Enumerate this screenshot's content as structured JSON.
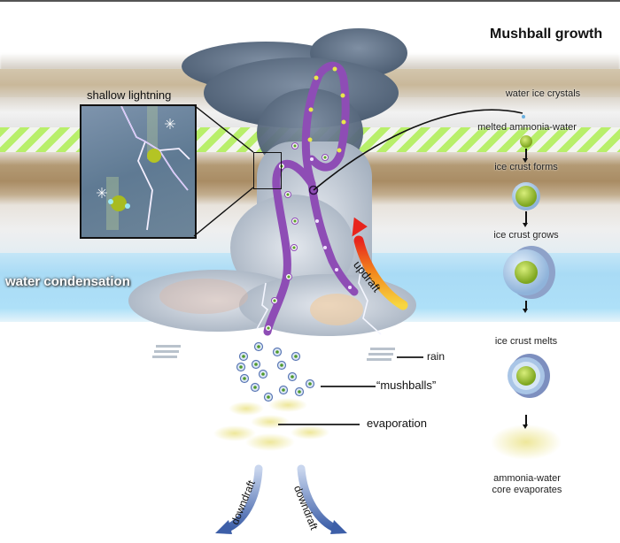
{
  "title": "Mushball growth",
  "layers": {
    "condensation_label": "water condensation"
  },
  "inset": {
    "label": "shallow lightning"
  },
  "growth_stages": [
    {
      "label": "water ice crystals"
    },
    {
      "label": "melted ammonia-water"
    },
    {
      "label": "ice crust forms"
    },
    {
      "label": "ice crust grows"
    },
    {
      "label": "ice crust melts"
    },
    {
      "label": "ammonia-water core evaporates",
      "line1": "ammonia-water",
      "line2": "core evaporates"
    }
  ],
  "callouts": {
    "rain": "rain",
    "mushballs": "“mushballs”",
    "evaporation": "evaporation"
  },
  "flows": {
    "updraft": "updraft",
    "downdraft_left": "downdraft",
    "downdraft_right": "downdraft"
  },
  "colors": {
    "stripe_green": "#b8ef6a",
    "condensation_blue": "#a9dbf5",
    "path_purple": "#8e4db5",
    "updraft_red": "#e8241c",
    "updraft_yellow": "#f7d640",
    "downdraft_blue": "#3d5fa8",
    "core_green": "#9ec22f",
    "ice_blue": "#a9cbe8"
  }
}
